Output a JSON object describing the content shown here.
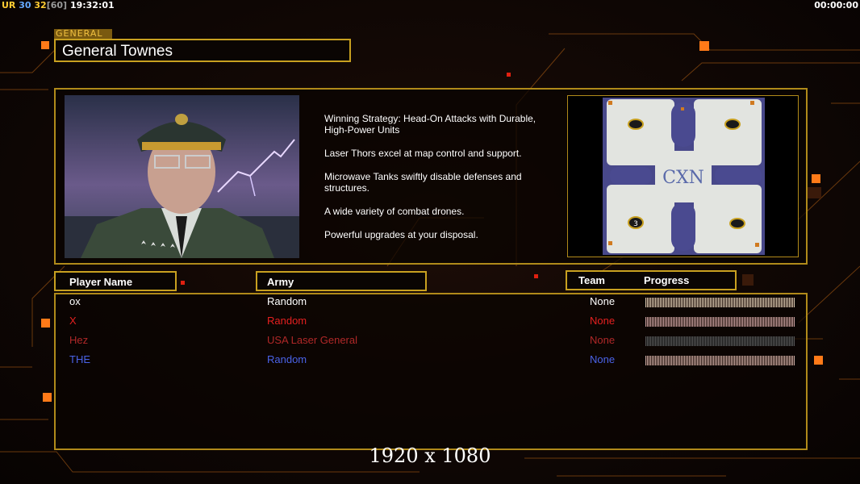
{
  "topbar": {
    "ur_label": "UR",
    "fps_a": "30",
    "fps_b": "32",
    "fps_cap": "[60]",
    "clock": "19:32:01",
    "game_timer": "00:00:00"
  },
  "general": {
    "tag": "GENERAL",
    "name": "General Townes",
    "portrait_icon": "general-portrait-image",
    "strategy": [
      "Winning Strategy: Head-On Attacks with Durable,\n High-Power Units",
      "Laser Thors excel at map control and support.",
      "Microwave Tanks swiftly disable defenses and\n structures.",
      "A wide variety of combat drones.",
      "Powerful upgrades at your disposal."
    ]
  },
  "map": {
    "icon": "map-preview-image",
    "logo_text": "CXN",
    "slot_marker": "3"
  },
  "table": {
    "headers": {
      "player": "Player Name",
      "army": "Army",
      "team": "Team",
      "progress": "Progress"
    },
    "rows": [
      {
        "name": "ox",
        "army": "Random",
        "team": "None",
        "color": "#ffffff",
        "progress": 1.0,
        "bar_color": "#d8c8b0"
      },
      {
        "name": "X",
        "army": "Random",
        "team": "None",
        "color": "#e52020",
        "progress": 1.0,
        "bar_color": "#c8a0a0"
      },
      {
        "name": "Hez",
        "army": "USA Laser General",
        "team": "None",
        "color": "#b02828",
        "progress": 0.0,
        "bar_color": "#3a3a3a"
      },
      {
        "name": "THE",
        "army": "Random",
        "team": "None",
        "color": "#4a63e8",
        "progress": 1.0,
        "bar_color": "#c8a8a0"
      }
    ]
  },
  "resolution_label": "1920 x 1080",
  "colors": {
    "accent_gold": "#c8a020",
    "deco_orange": "#ff7a18"
  }
}
